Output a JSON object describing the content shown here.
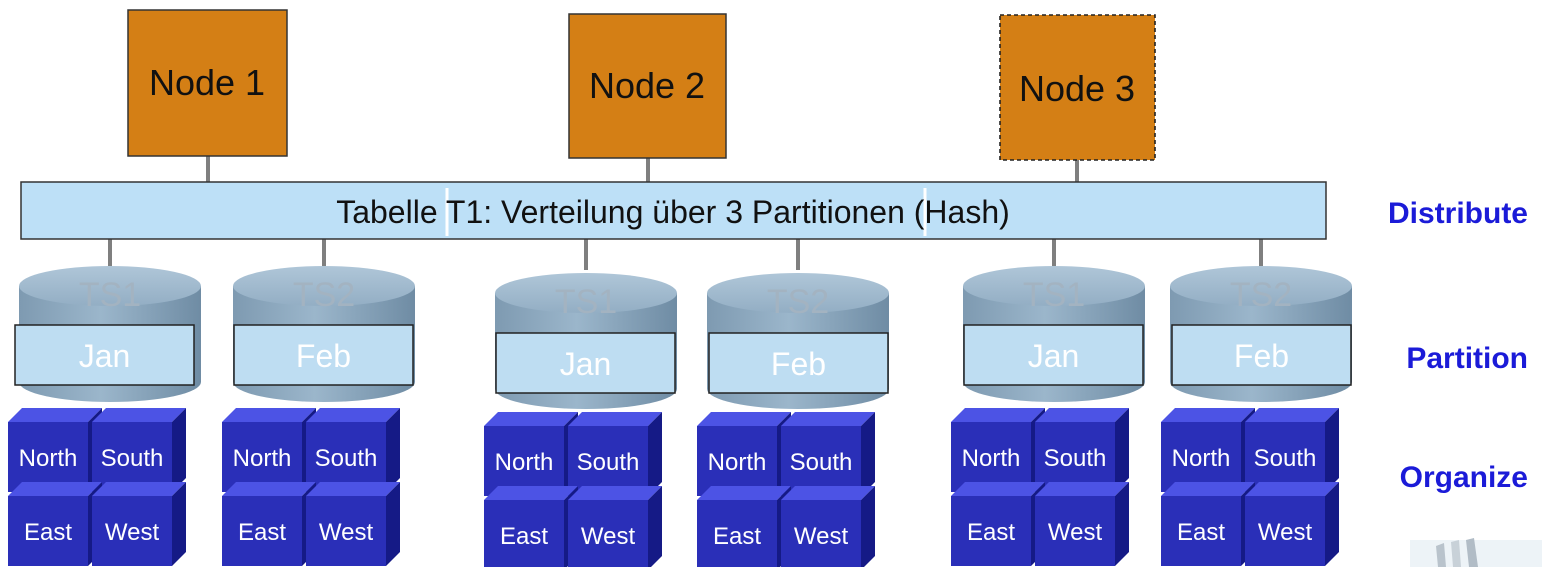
{
  "nodes": [
    {
      "label": "Node 1",
      "dashed": false
    },
    {
      "label": "Node 2",
      "dashed": false
    },
    {
      "label": "Node 3",
      "dashed": true
    }
  ],
  "table_bar": {
    "label": "Tabelle T1: Verteilung über 3 Partitionen (Hash)"
  },
  "layers": {
    "distribute": "Distribute",
    "partition": "Partition",
    "organize": "Organize"
  },
  "tablespaces": [
    {
      "name": "TS1",
      "month": "Jan"
    },
    {
      "name": "TS2",
      "month": "Feb"
    },
    {
      "name": "TS1",
      "month": "Jan"
    },
    {
      "name": "TS2",
      "month": "Feb"
    },
    {
      "name": "TS1",
      "month": "Jan"
    },
    {
      "name": "TS2",
      "month": "Feb"
    }
  ],
  "cube_labels": [
    "North",
    "South",
    "East",
    "West"
  ],
  "colors": {
    "node_fill": "#D47F15",
    "bar_fill": "#BDE0F7",
    "cylinder_top": "#9FB9CE",
    "cylinder_body": "#8AA7BE",
    "month_box": "#BEDDF2",
    "tablespace_text": "#A3B3C1",
    "cube_front": "#2A2FB8",
    "cube_top": "#4C53E5",
    "cube_side": "#151A86",
    "layer_text": "#1B1BD8",
    "connector": "#7F7F7F"
  }
}
